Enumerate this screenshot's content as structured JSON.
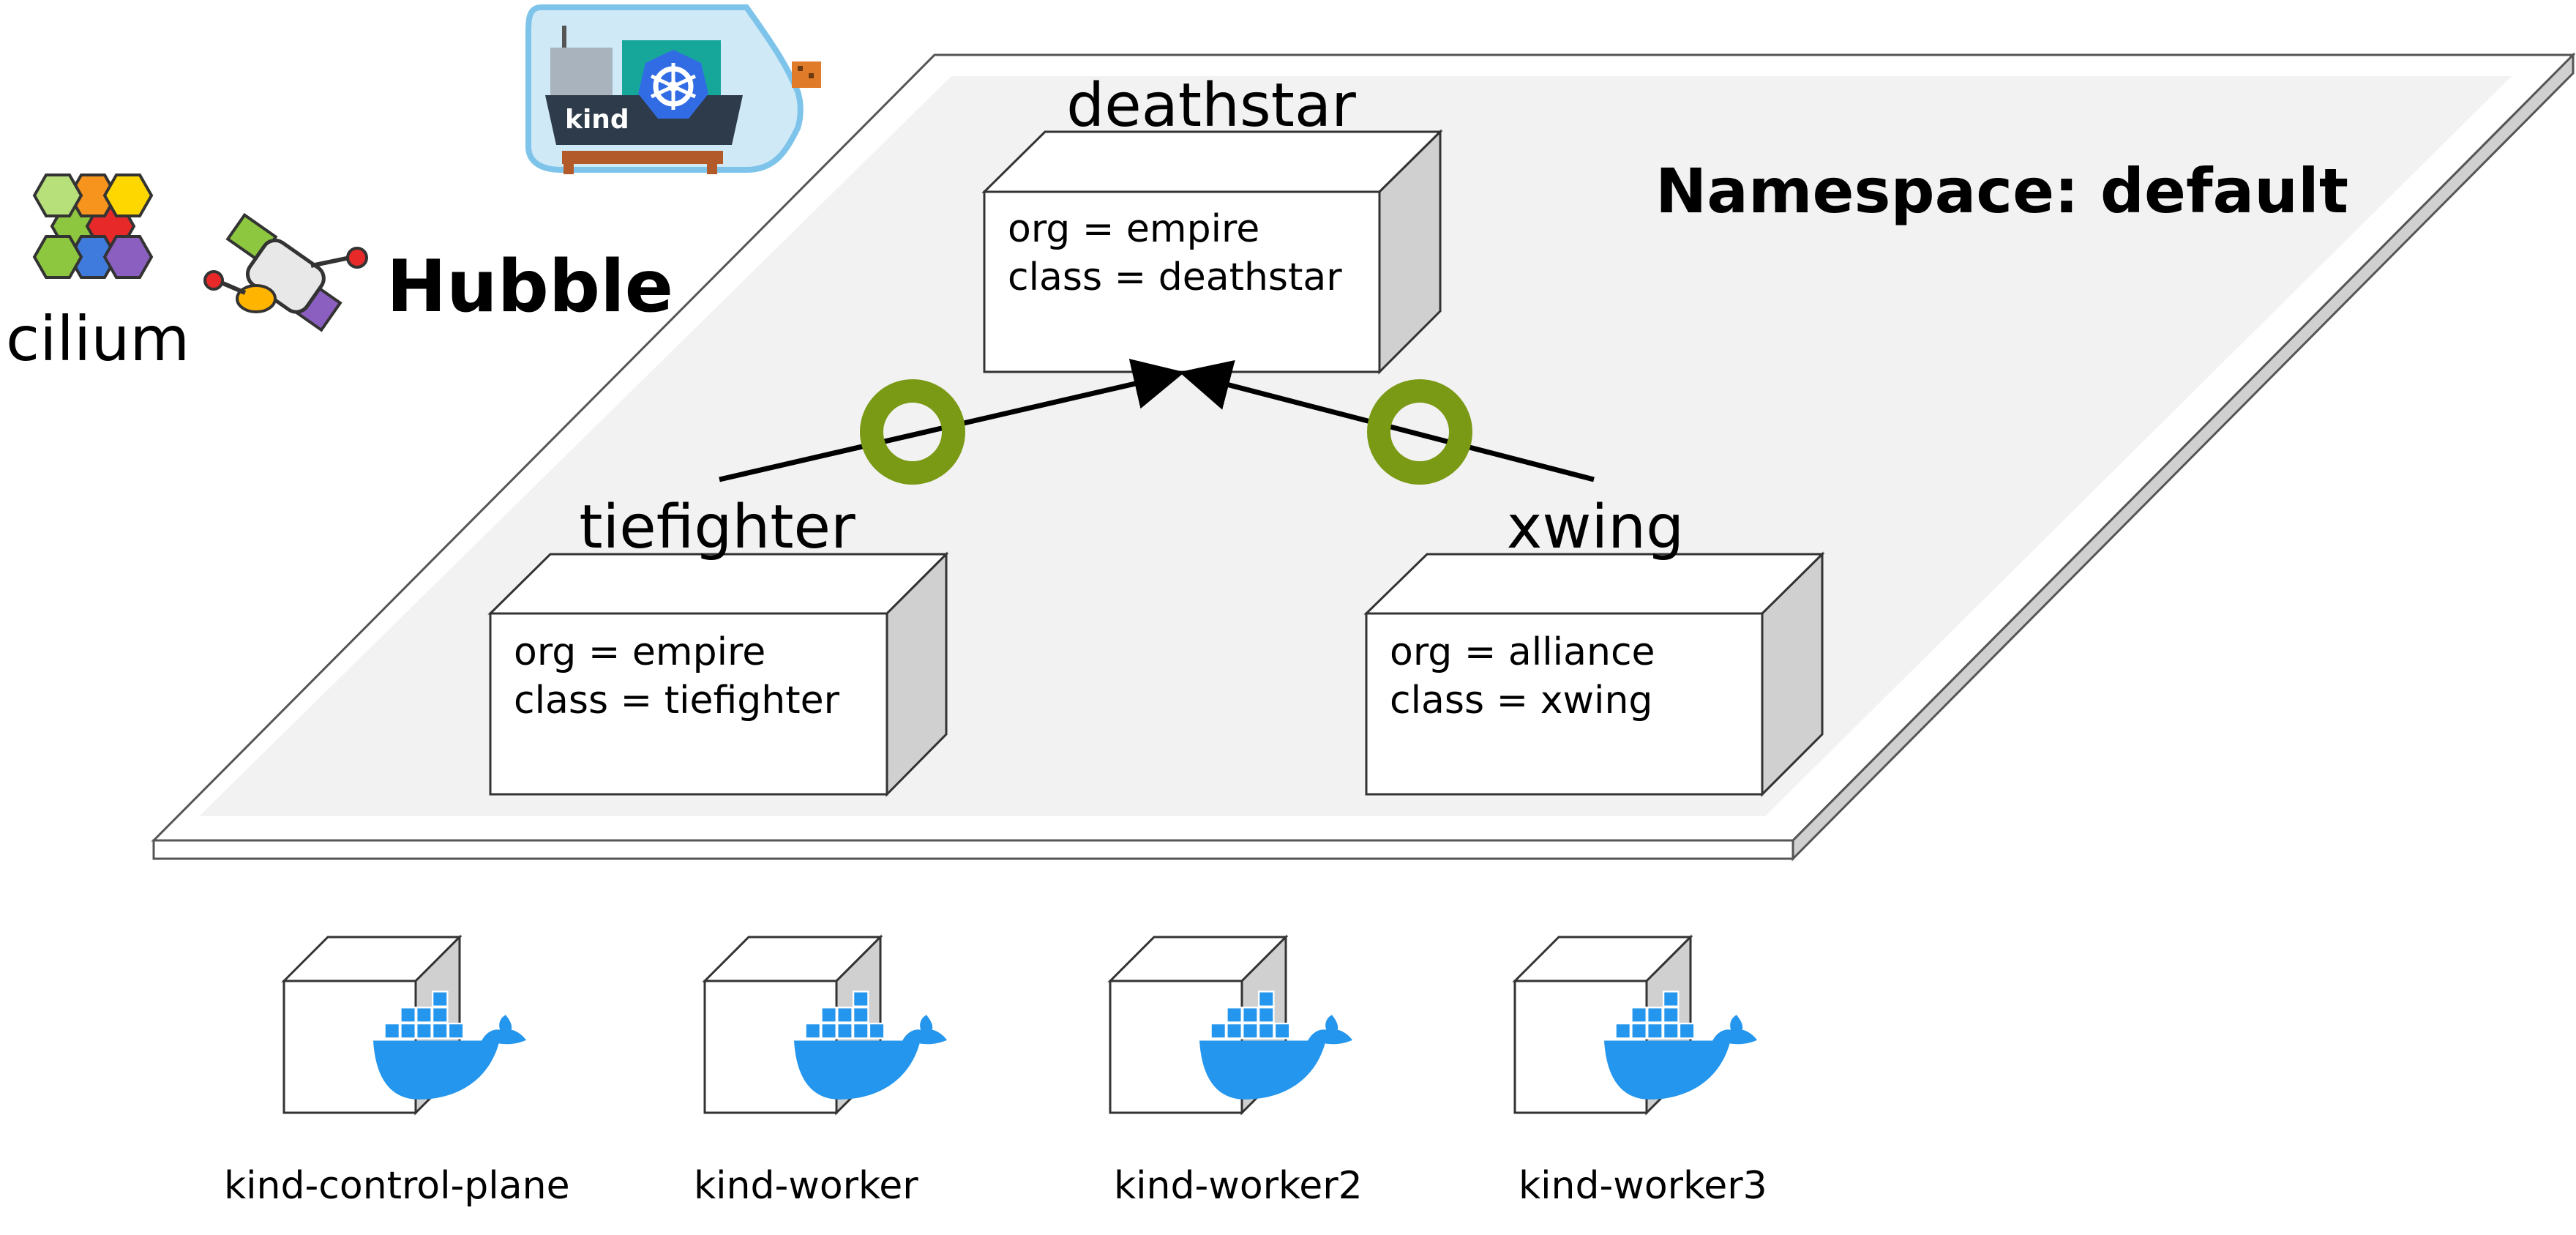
{
  "namespace": {
    "title": "Namespace: default"
  },
  "logos": {
    "cilium": "cilium",
    "hubble": "Hubble",
    "kind": "kind",
    "icons": [
      "cilium-logo-icon",
      "hubble-satellite-icon",
      "kind-bottle-icon",
      "kubernetes-helm-icon",
      "docker-whale-icon"
    ]
  },
  "pods": {
    "deathstar": {
      "name": "deathstar",
      "org": "org = empire",
      "class": "class = deathstar"
    },
    "tiefighter": {
      "name": "tiefighter",
      "org": "org = empire",
      "class": "class = tiefighter"
    },
    "xwing": {
      "name": "xwing",
      "org": "org = alliance",
      "class": "class = xwing"
    }
  },
  "nodes": [
    {
      "name": "kind-control-plane"
    },
    {
      "name": "kind-worker"
    },
    {
      "name": "kind-worker2"
    },
    {
      "name": "kind-worker3"
    }
  ],
  "colors": {
    "ring": "#7a9a16",
    "docker_blue": "#2496ed",
    "platform_fill": "#f2f2f2",
    "cube_side": "#d0d0d0"
  }
}
